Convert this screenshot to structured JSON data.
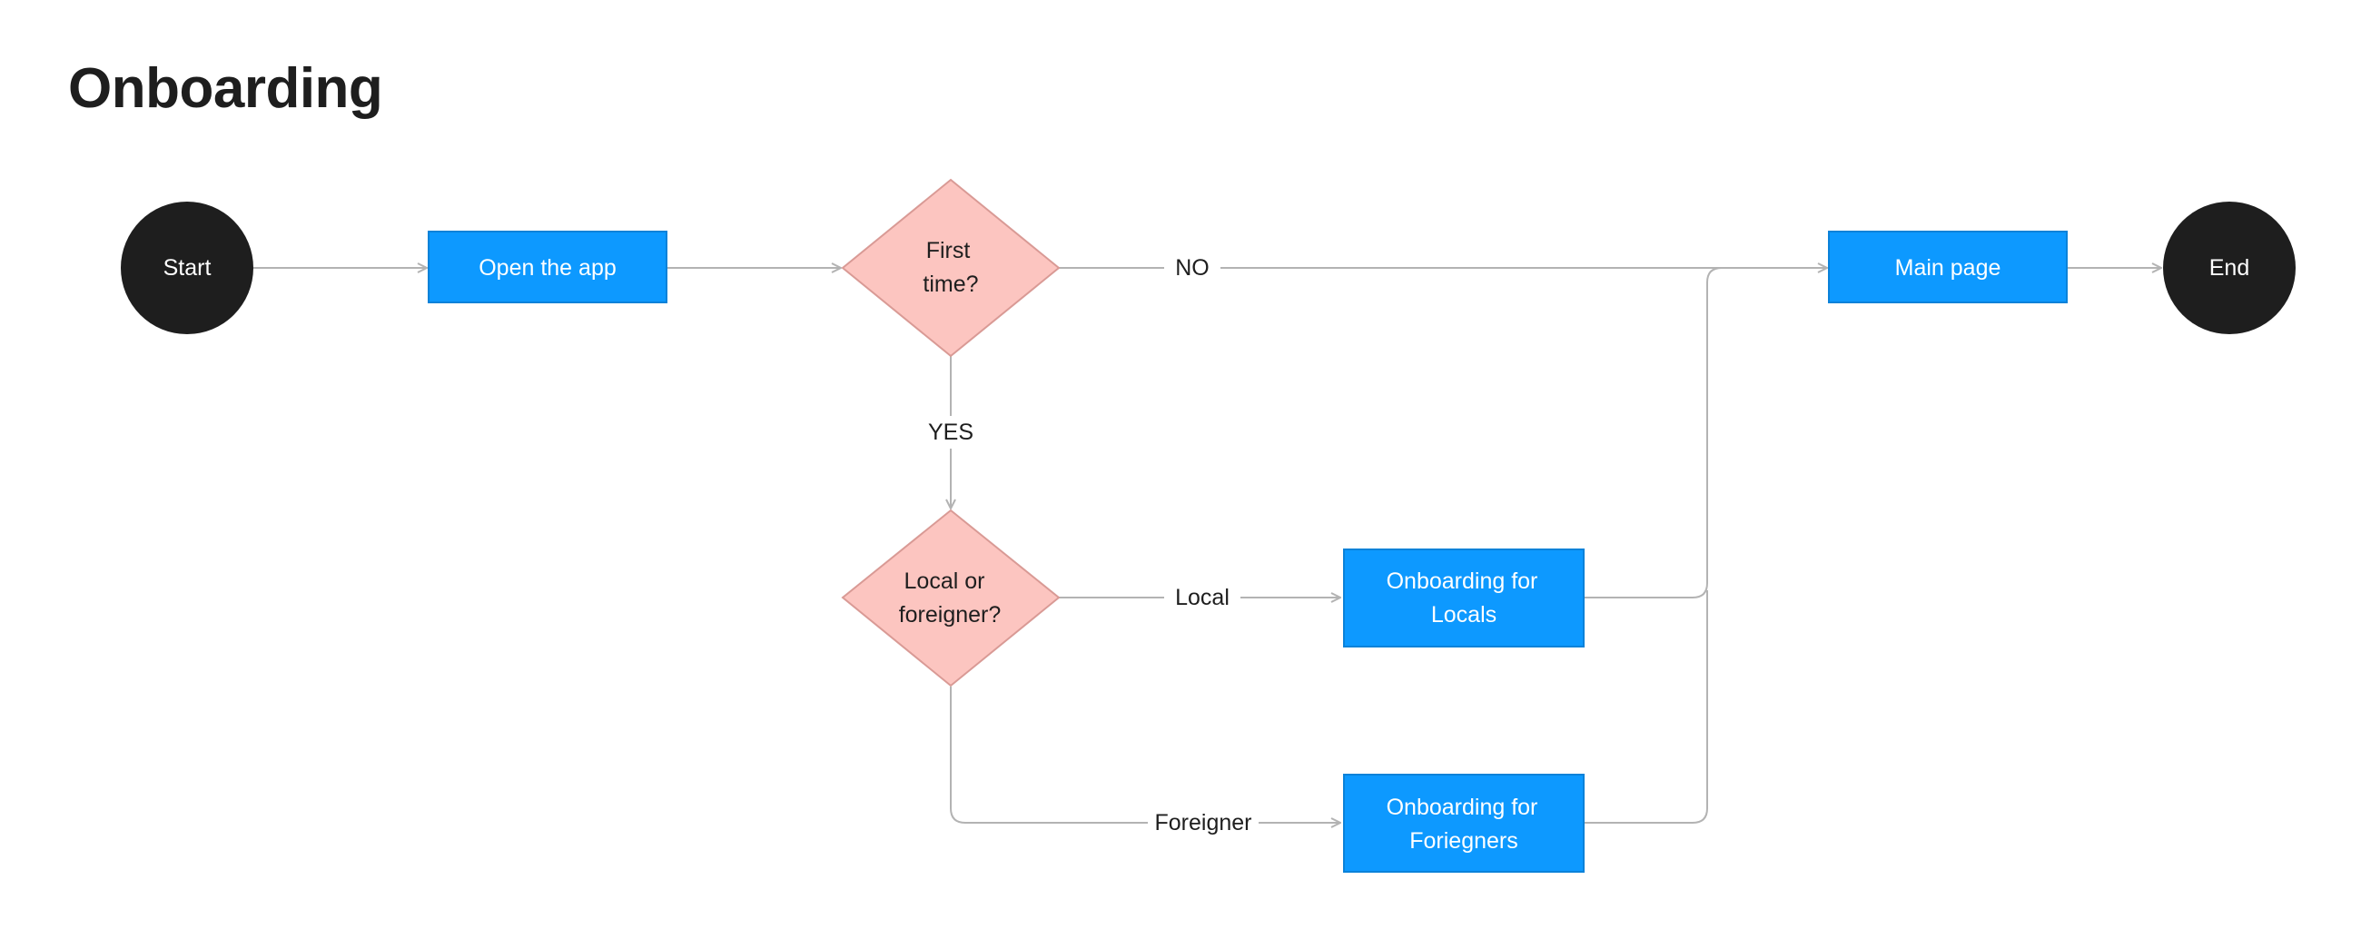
{
  "title": "Onboarding",
  "nodes": {
    "start": {
      "label": "Start"
    },
    "open_app": {
      "label": "Open the app"
    },
    "first_time": {
      "line1": "First",
      "line2": "time?"
    },
    "main_page": {
      "label": "Main page"
    },
    "end": {
      "label": "End"
    },
    "local_or_foreigner": {
      "line1": "Local or",
      "line2": "foreigner?"
    },
    "onboarding_locals": {
      "line1": "Onboarding for",
      "line2": "Locals"
    },
    "onboarding_foreigners": {
      "line1": "Onboarding for",
      "line2": "Foriegners"
    }
  },
  "edges": {
    "no": "NO",
    "yes": "YES",
    "local": "Local",
    "foreigner": "Foreigner"
  },
  "colors": {
    "terminal": "#1e1e1e",
    "process": "#0d99ff",
    "decision": "#fcc5c0",
    "connector": "#b3b3b3"
  }
}
